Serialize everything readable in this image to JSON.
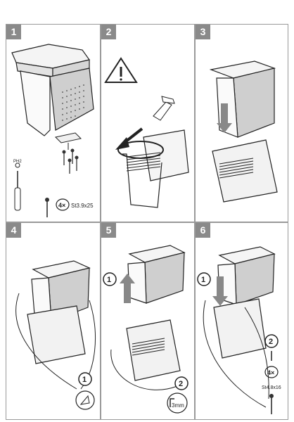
{
  "panels": [
    {
      "number": "1"
    },
    {
      "number": "2"
    },
    {
      "number": "3"
    },
    {
      "number": "4"
    },
    {
      "number": "5"
    },
    {
      "number": "6"
    }
  ],
  "step1": {
    "tool_label": "PH2",
    "qty": "4×",
    "screw_spec": "St3.9x25"
  },
  "step4": {
    "callout": "1"
  },
  "step5": {
    "callout1": "1",
    "callout2": "2",
    "tool_size": "3mm"
  },
  "step6": {
    "callout1": "1",
    "callout2": "2",
    "qty": "4×",
    "screw_spec": "St4.8x16"
  }
}
